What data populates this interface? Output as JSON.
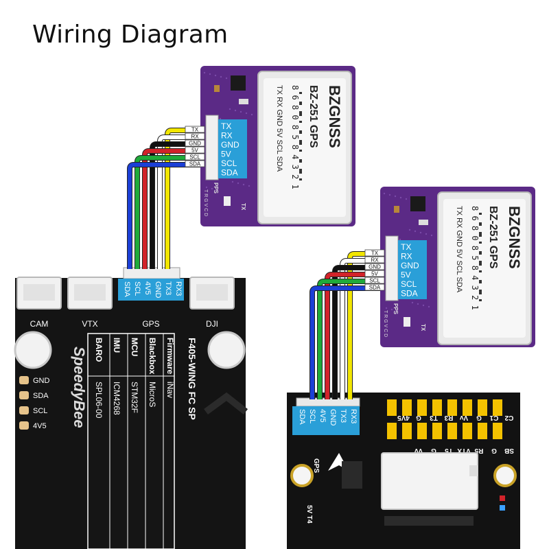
{
  "title": "Wiring Diagram",
  "colors": {
    "tx": "#f2e600",
    "rx": "#ffffff",
    "gnd": "#111111",
    "v5": "#d2232a",
    "scl": "#1faa3a",
    "sda": "#1b3fd6",
    "gps_pcb": "#5b2a86",
    "label_blue": "#2a9fd8",
    "fc_board": "#121212"
  },
  "gps": {
    "brand": "BZGNSS",
    "model": "BZ-251 GPS",
    "pin_numbers": "8 6 8 0 8 5 8 4 3 2 1",
    "pin_order": "TX RX GND 5V SCL SDA",
    "silk_pps": "PPS",
    "silk_tx": "TX",
    "silk_pins": "T R G V C D",
    "connector_labels": [
      "TX",
      "RX",
      "GND",
      "5V",
      "SCL",
      "SDA"
    ],
    "wire_tags": [
      "TX",
      "RX",
      "GND",
      "5V",
      "SCL",
      "SDA"
    ]
  },
  "fc_left": {
    "ports": [
      "CAM",
      "VTX",
      "GPS",
      "DJI"
    ],
    "gps_port_labels": [
      "SDA",
      "SCL",
      "4V5",
      "GND",
      "TX3",
      "RX3"
    ],
    "brand": "SpeedyBee",
    "model": "F405-WING FC SP",
    "spec_headers": [
      "BARO",
      "IMU",
      "MCU",
      "Blackbox",
      "Firmware"
    ],
    "spec_values": [
      "SPL06-00",
      "ICM4268",
      "STM32F",
      "MicroS",
      "iNav"
    ],
    "side_pads": [
      "GND",
      "SDA",
      "SCL",
      "4V5"
    ]
  },
  "fc_right": {
    "port_labels": [
      "SDA",
      "SCL",
      "4V5",
      "GND",
      "TX3",
      "RX3"
    ],
    "pad_top": [
      "C2",
      "C1",
      "G",
      "Vv",
      "R3",
      "T3",
      "G",
      "4V5"
    ],
    "pad_bottom": [
      "SB",
      "G",
      "R5",
      "VTX",
      "T5",
      "G",
      "Vv"
    ],
    "gps_silk": "GPS",
    "bottom_left": "5V  T4"
  }
}
